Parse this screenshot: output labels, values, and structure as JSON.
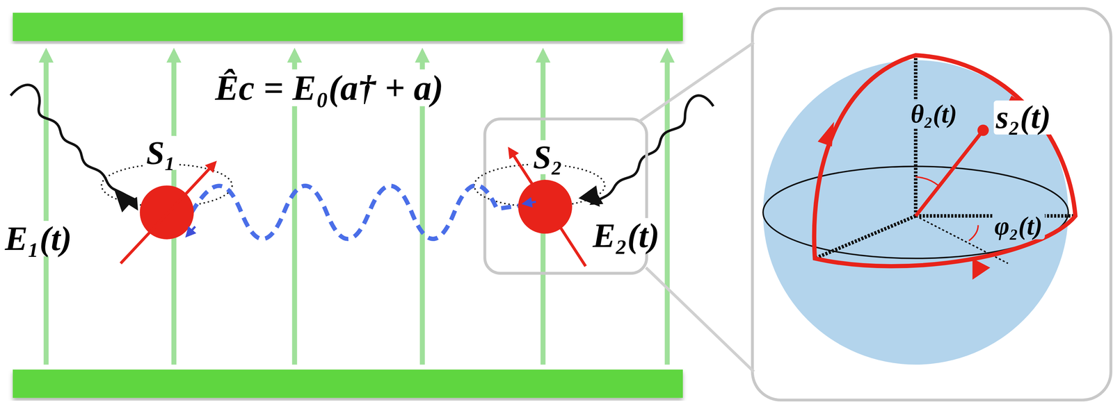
{
  "diagram": {
    "labels": [
      "Êc = E₀(a† + a)",
      "S₁",
      "S₂",
      "E₁(t)",
      "E₂(t)",
      "θ₂(t)",
      "s₂(t)",
      "φ₂(t)"
    ]
  }
}
